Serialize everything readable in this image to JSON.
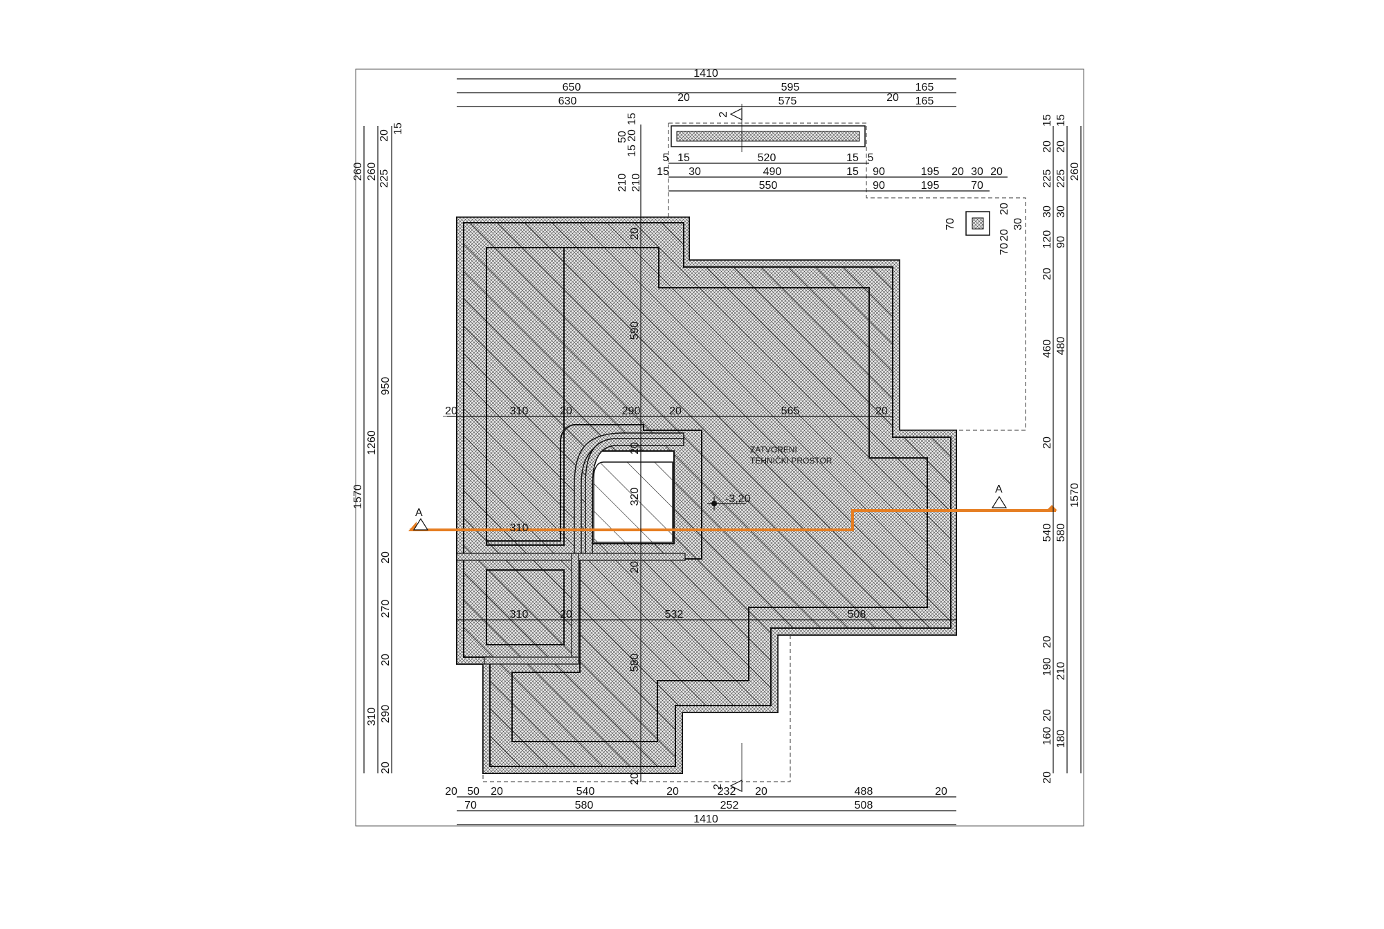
{
  "room_label": [
    "ZATVORENI",
    "TEHNIČKI PROSTOR"
  ],
  "level_mark": "-3,20",
  "section": {
    "label": "A",
    "secondary_label": "2",
    "color": "#e67e22"
  },
  "top_dims": {
    "row1": [
      "1410"
    ],
    "row2": [
      "650",
      "595",
      "165"
    ],
    "row3": [
      "630",
      "20",
      "575",
      "20",
      "165"
    ]
  },
  "bottom_dims": {
    "row1": [
      "20",
      "50",
      "20",
      "540",
      "20",
      "232",
      "20",
      "488",
      "20"
    ],
    "row2": [
      "70",
      "580",
      "252",
      "508"
    ],
    "row3": [
      "1410"
    ]
  },
  "left_dims": {
    "col1": [
      "1570"
    ],
    "col2": [
      "260",
      "1260",
      "310"
    ],
    "col3": [
      "260",
      "950",
      "20",
      "270",
      "20",
      "290",
      "20"
    ],
    "col4": [
      "20",
      "225"
    ],
    "col5": [
      "15"
    ]
  },
  "right_dims": {
    "col1": [
      "15",
      "20",
      "225",
      "30",
      "120",
      "20",
      "460",
      "20",
      "540",
      "20",
      "190",
      "20",
      "160",
      "20"
    ],
    "col2": [
      "15",
      "20",
      "225",
      "30",
      "90",
      "480",
      "580",
      "210",
      "180"
    ],
    "col3": [
      "260",
      "1570"
    ]
  },
  "interior_dims": {
    "row_a": [
      "20",
      "310",
      "20",
      "290",
      "20",
      "565",
      "20"
    ],
    "vertical_a": [
      "590",
      "320",
      "580"
    ],
    "vertical_b": [
      "20",
      "20",
      "20",
      "20"
    ],
    "room_a": [
      "310"
    ],
    "row_b": [
      "310",
      "20",
      "532",
      "508"
    ],
    "top_small": [
      "50",
      "20",
      "15",
      "15",
      "210",
      "210"
    ]
  },
  "stair_dims": {
    "row1": [
      "5",
      "15",
      "520",
      "15",
      "5"
    ],
    "row2": [
      "15",
      "30",
      "490",
      "15",
      "90",
      "195",
      "20",
      "30",
      "20"
    ],
    "row3": [
      "550",
      "90",
      "195",
      "70"
    ],
    "pillar": [
      "70",
      "70",
      "20",
      "30",
      "20"
    ]
  }
}
